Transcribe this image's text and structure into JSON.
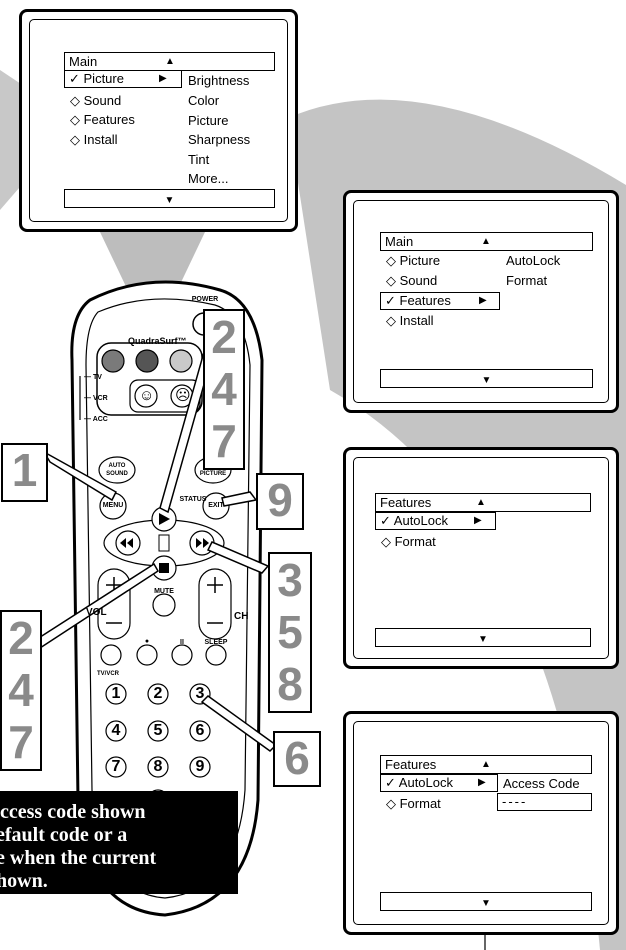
{
  "screen1": {
    "header": "Main",
    "items": [
      "Picture",
      "Sound",
      "Features",
      "Install"
    ],
    "selected": "Picture",
    "submenu": [
      "Brightness",
      "Color",
      "Picture",
      "Sharpness",
      "Tint",
      "More..."
    ]
  },
  "screen2": {
    "header": "Main",
    "items": [
      "Picture",
      "Sound",
      "Features",
      "Install"
    ],
    "selected": "Features",
    "submenu": [
      "AutoLock",
      "Format"
    ]
  },
  "screen3": {
    "header": "Features",
    "items": [
      "AutoLock",
      "Format"
    ],
    "selected": "AutoLock"
  },
  "screen4": {
    "header": "Features",
    "items": [
      "AutoLock",
      "Format"
    ],
    "selected": "AutoLock",
    "submenu_label": "Access Code",
    "code_value": "----"
  },
  "remote": {
    "brand_label": "QuadraSurf™",
    "power_label": "POWER",
    "source_labels": [
      "TV",
      "VCR",
      "ACC"
    ],
    "auto_sound": "AUTO SOUND",
    "auto_picture": "AUTO PICTURE",
    "menu": "MENU",
    "exit": "EXIT",
    "status": "STATUS",
    "mute": "MUTE",
    "vol": "VOL",
    "ch": "CH",
    "tvvcr": "TV/VCR",
    "sleep": "SLEEP",
    "record": "●",
    "pause": "II",
    "keys": [
      "1",
      "2",
      "3",
      "4",
      "5",
      "6",
      "7",
      "8",
      "9"
    ]
  },
  "step_labels": {
    "right_top": [
      "2",
      "4",
      "7"
    ],
    "left_one": "1",
    "right_nine": "9",
    "right_mid": [
      "3",
      "5",
      "8"
    ],
    "left_low": [
      "2",
      "4",
      "7"
    ],
    "right_six": "6"
  },
  "note": {
    "lines": [
      "access code shown",
      "efault code or a",
      "e when the current",
      "hown."
    ]
  },
  "colors": {
    "gray_beam": "#c2c2c2",
    "step_number": "#8a8a8a"
  }
}
